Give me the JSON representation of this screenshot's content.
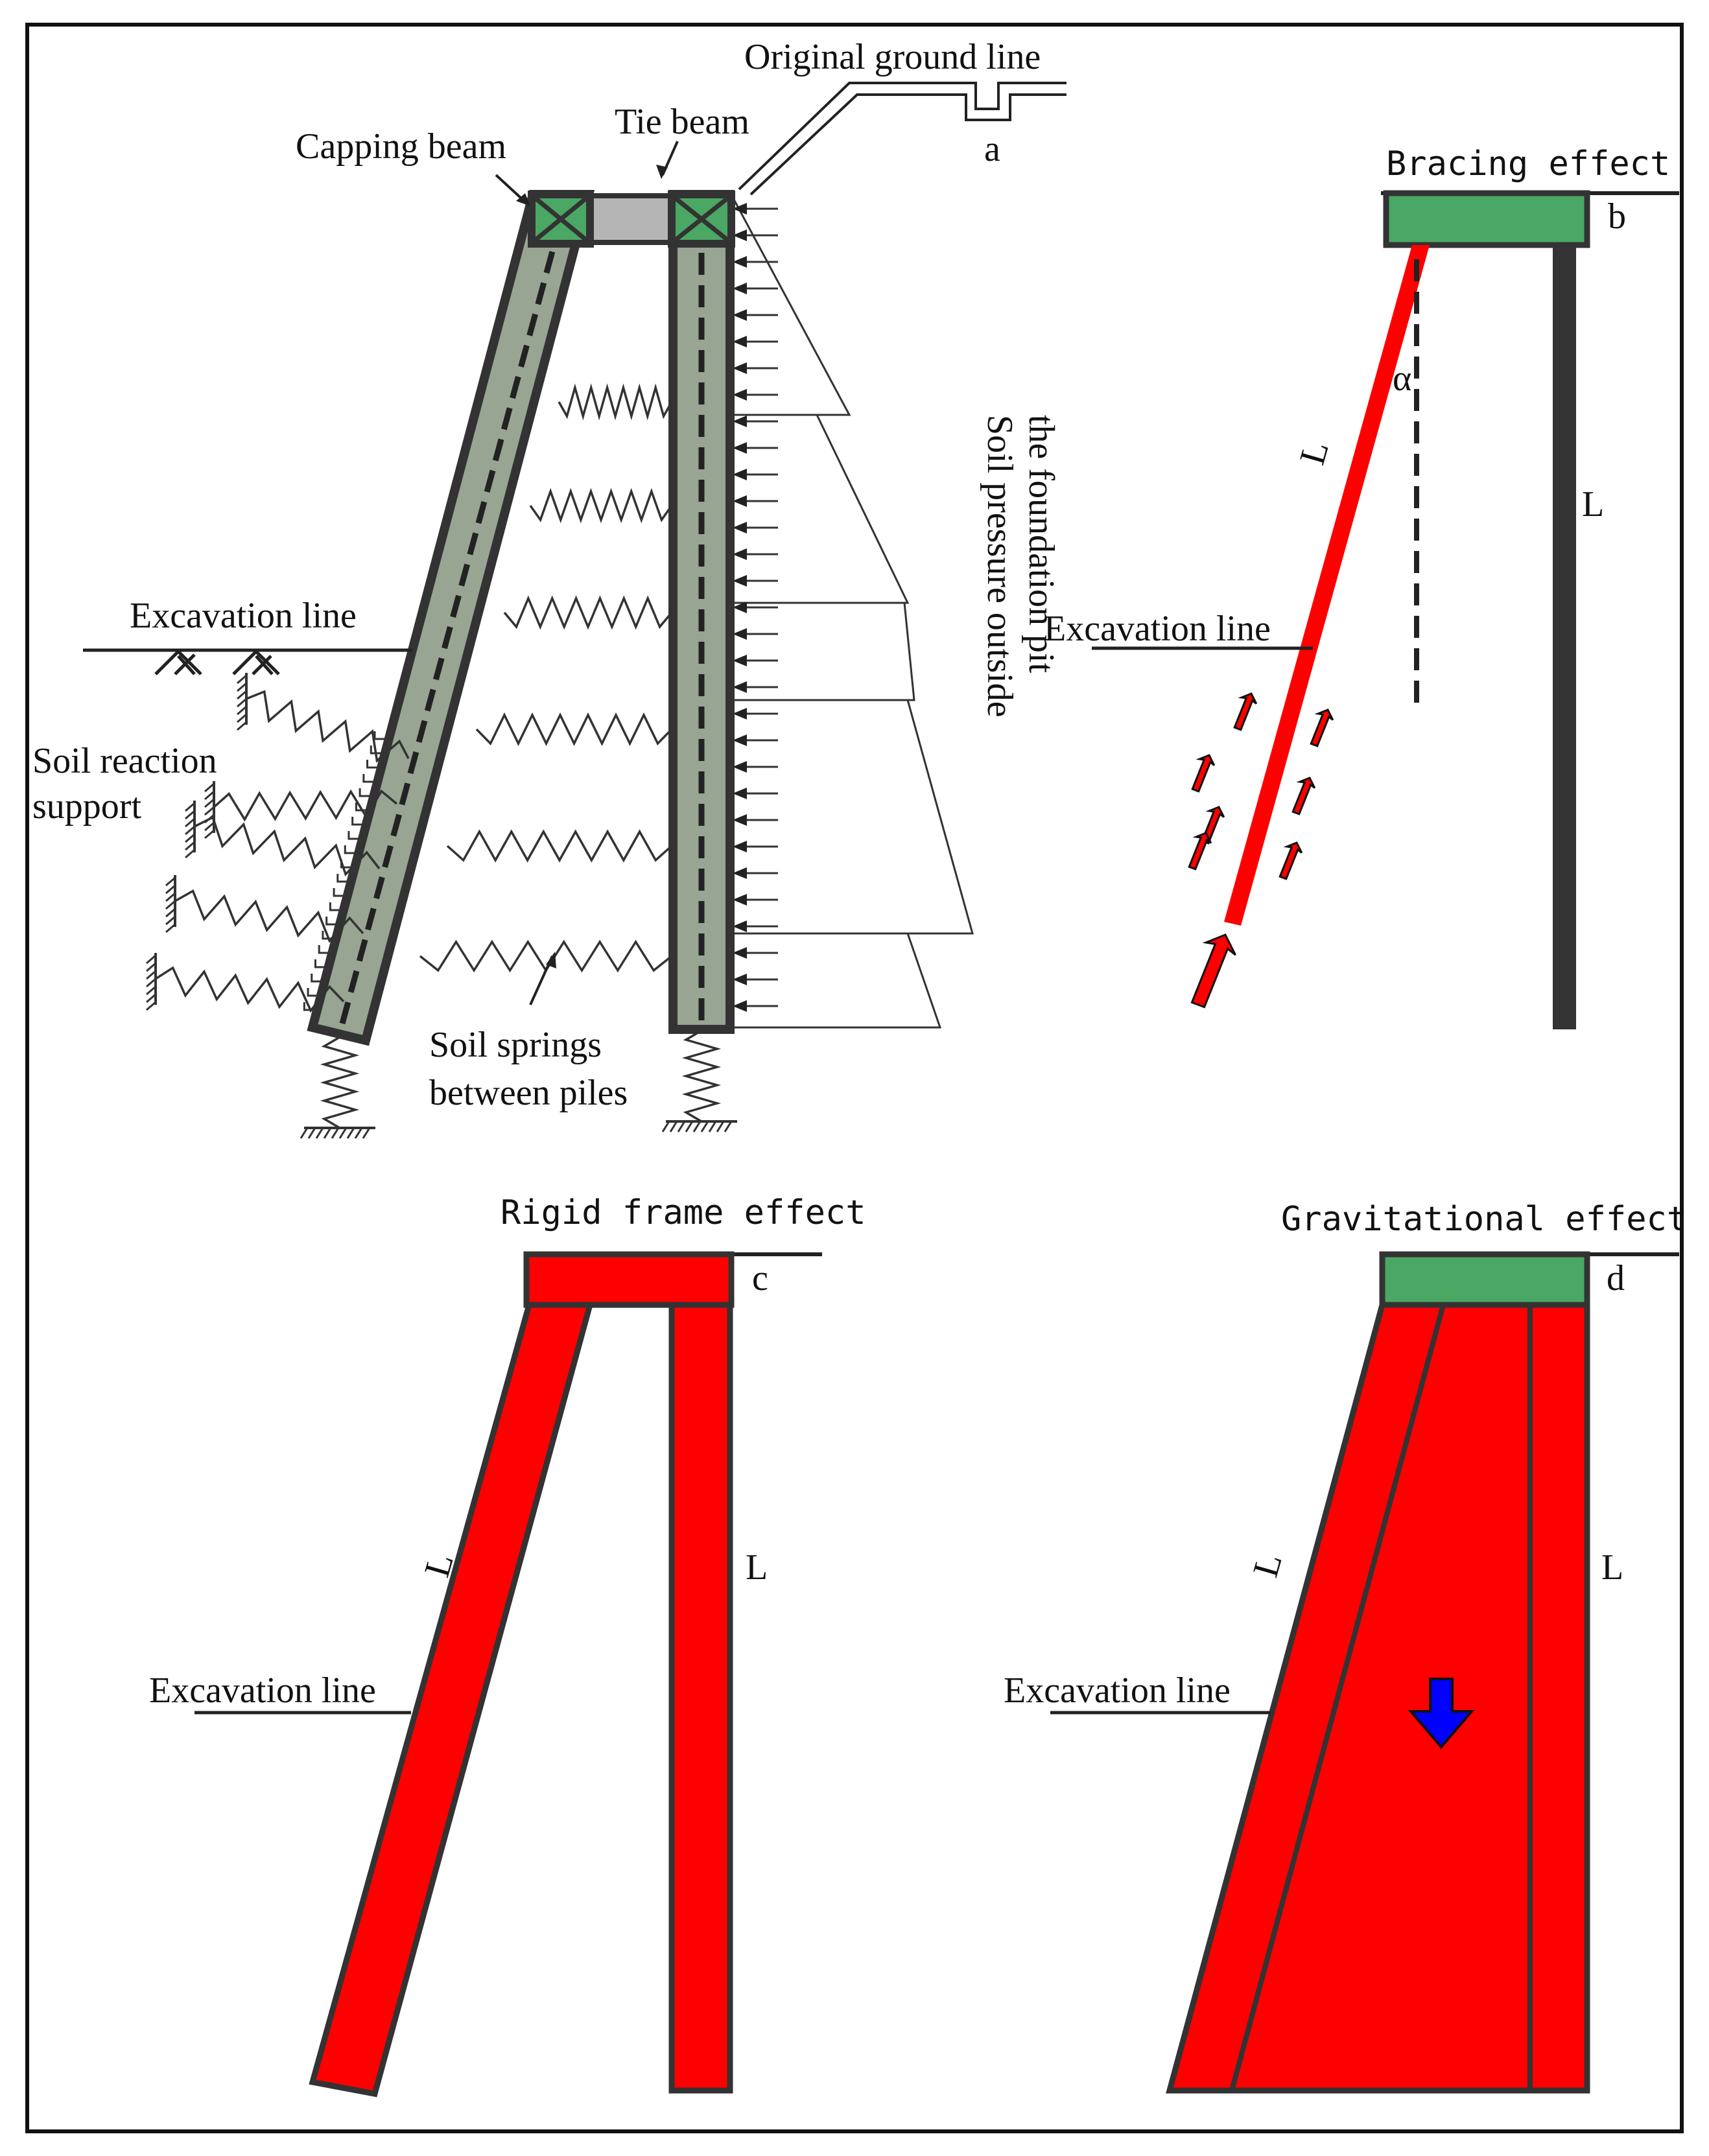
{
  "panel_a": {
    "letter": "a",
    "original_ground_line": "Original ground line",
    "tie_beam": "Tie beam",
    "capping_beam": "Capping beam",
    "excavation_line": "Excavation line",
    "soil_reaction_line1": "Soil reaction",
    "soil_reaction_line2": "support",
    "soil_springs_line1": "Soil springs",
    "soil_springs_line2": "between piles",
    "soil_pressure_line1": "Soil pressure outside",
    "soil_pressure_line2": "the foundation pit"
  },
  "panel_b": {
    "letter": "b",
    "title": "Bracing effect",
    "excavation_line": "Excavation line",
    "label_L_inclined": "L",
    "label_L_vertical": "L",
    "angle": "α"
  },
  "panel_c": {
    "letter": "c",
    "title": "Rigid frame effect",
    "excavation_line": "Excavation line",
    "label_L_inclined": "L",
    "label_L_vertical": "L"
  },
  "panel_d": {
    "letter": "d",
    "title": "Gravitational effect",
    "excavation_line": "Excavation line",
    "label_L_inclined": "L",
    "label_L_vertical": "L"
  },
  "colors": {
    "pile_grey_green": "#97a592",
    "beam_green": "#4aa764",
    "effect_red": "#ff0000",
    "tie_beam_grey": "#b5b5b5",
    "arrow_blue": "#0000ff"
  }
}
